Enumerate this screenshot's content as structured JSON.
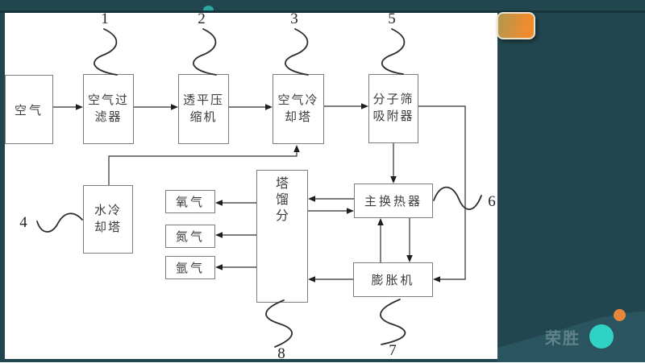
{
  "slide": {
    "logo_text": "荣胜"
  },
  "diagram": {
    "boxes": {
      "air": {
        "label": "空气"
      },
      "air_filter": {
        "line1": "空气过",
        "line2": "滤器"
      },
      "turbo_compressor": {
        "line1": "透平压",
        "line2": "缩机"
      },
      "air_cooling_tower": {
        "line1": "空气冷",
        "line2": "却塔"
      },
      "molecular_sieve_adsorber": {
        "line1": "分子筛",
        "line2": "吸附器"
      },
      "water_cooling_tower": {
        "line1": "水冷",
        "line2": "却塔"
      },
      "oxygen": {
        "label": "氧气"
      },
      "nitrogen": {
        "label": "氮气"
      },
      "argon": {
        "label": "氩气"
      },
      "fractionating_column": {
        "char1": "塔",
        "char2": "馏",
        "char3": "分"
      },
      "main_heat_exchanger": {
        "label": "主换热器"
      },
      "expander": {
        "label": "膨胀机"
      }
    },
    "callouts": {
      "c1": "1",
      "c2": "2",
      "c3": "3",
      "c4": "4",
      "c5": "5",
      "c6": "6",
      "c7": "7",
      "c8": "8"
    }
  },
  "colors": {
    "background": "#21464f",
    "panel": "#ffffff",
    "accent_olive": "#b09850",
    "accent_orange": "#ee8c2f",
    "logo_teal": "#2fd2c4",
    "logo_orange": "#e8873b",
    "line": "#2e2e2e"
  }
}
